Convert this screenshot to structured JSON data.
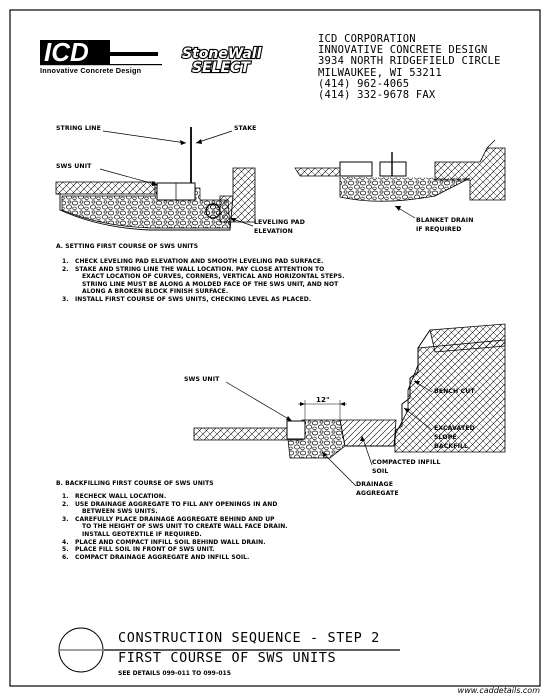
{
  "logo": {
    "icd_text": "ICD",
    "icd_subtitle": "Innovative Concrete Design",
    "stonewall_line1": "StoneWall",
    "stonewall_line2": "SELECT"
  },
  "company": {
    "lines": [
      "ICD CORPORATION",
      "INNOVATIVE CONCRETE DESIGN",
      "3934 NORTH RIDGEFIELD CIRCLE",
      "MILWAUKEE, WI  53211",
      "(414) 962-4065",
      "(414) 332-9678 FAX"
    ]
  },
  "diagram_a": {
    "string_line": "STRING LINE",
    "stake": "STAKE",
    "sws_unit": "SWS UNIT",
    "leveling_pad_1": "LEVELING PAD",
    "leveling_pad_2": "ELEVATION",
    "blanket_drain_1": "BLANKET DRAIN",
    "blanket_drain_2": "IF REQUIRED"
  },
  "section_a": {
    "heading": "A.  SETTING FIRST COURSE OF SWS UNITS",
    "steps": [
      {
        "num": "1.",
        "lines": [
          "CHECK LEVELING PAD ELEVATION AND SMOOTH LEVELING PAD SURFACE."
        ]
      },
      {
        "num": "2.",
        "lines": [
          "STAKE AND STRING LINE THE WALL LOCATION. PAY CLOSE ATTENTION TO",
          "EXACT LOCATION OF CURVES, CORNERS, VERTICAL AND HORIZONTAL STEPS.",
          "STRING LINE MUST BE ALONG A MOLDED FACE OF THE SWS UNIT, AND NOT",
          "ALONG A BROKEN BLOCK FINISH SURFACE."
        ]
      },
      {
        "num": "3.",
        "lines": [
          "INSTALL FIRST COURSE OF SWS UNITS, CHECKING LEVEL AS PLACED."
        ]
      }
    ]
  },
  "diagram_b": {
    "sws_unit": "SWS UNIT",
    "dimension": "12\"",
    "bench_cut": "BENCH CUT",
    "excavated_1": "EXCAVATED",
    "excavated_2": "SLOPE",
    "excavated_3": "BACKFILL",
    "compacted_1": "COMPACTED INFILL",
    "compacted_2": "SOIL",
    "drainage_1": "DRAINAGE",
    "drainage_2": "AGGREGATE"
  },
  "section_b": {
    "heading": "B.  BACKFILLING FIRST COURSE OF SWS UNITS",
    "steps": [
      {
        "num": "1.",
        "lines": [
          "RECHECK WALL LOCATION."
        ]
      },
      {
        "num": "2.",
        "lines": [
          "USE DRAINAGE AGGREGATE TO FILL ANY OPENINGS IN AND",
          "BETWEEN SWS UNITS."
        ]
      },
      {
        "num": "3.",
        "lines": [
          "CAREFULLY PLACE DRAINAGE AGGREGATE BEHIND AND UP",
          "TO THE HEIGHT OF SWS UNIT TO CREATE WALL FACE DRAIN.",
          "INSTALL GEOTEXTILE IF REQUIRED."
        ]
      },
      {
        "num": "4.",
        "lines": [
          "PLACE AND COMPACT INFILL SOIL BEHIND WALL DRAIN."
        ]
      },
      {
        "num": "5.",
        "lines": [
          "PLACE FILL SOIL IN FRONT OF SWS UNIT."
        ]
      },
      {
        "num": "6.",
        "lines": [
          "COMPACT DRAINAGE AGGREGATE AND INFILL SOIL."
        ]
      }
    ]
  },
  "title_block": {
    "line1": "CONSTRUCTION SEQUENCE  -  STEP 2",
    "line2": "FIRST COURSE OF SWS UNITS",
    "line3": "SEE DETAILS 099-011 TO 099-015"
  },
  "footer": {
    "url": "www.caddetails.com"
  }
}
